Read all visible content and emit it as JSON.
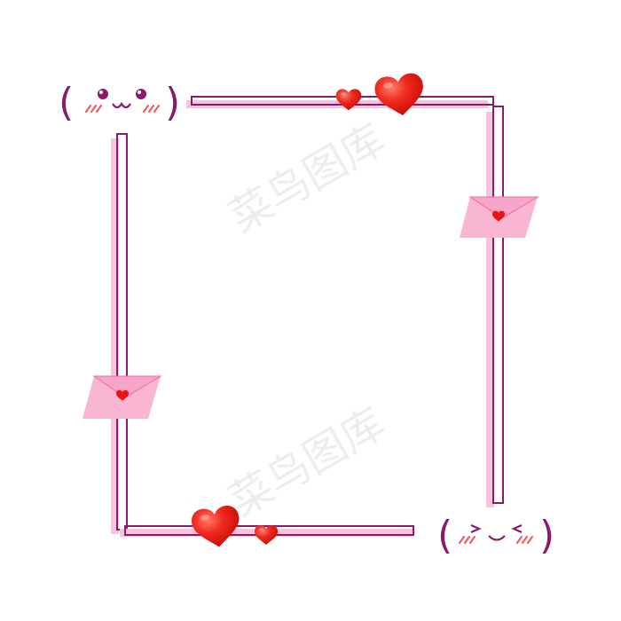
{
  "watermark": {
    "text": "菜鸟图库",
    "color": "#e8e8e8"
  },
  "kaomoji": {
    "top_left": "(•ᴗ•)",
    "bottom_right": "(>ᴗ<)"
  },
  "colors": {
    "frame_line": "#8b1a6b",
    "frame_shadow": "#f6b7d6",
    "envelope": "#f9b6d3",
    "envelope_flap": "#f7a4c8",
    "heart": "#ee1c17",
    "heart_highlight": "#ff8f82",
    "blush": "#f0535b",
    "eye": "#8b1a6b"
  },
  "decor": {
    "heart_icons": 4,
    "envelope_icons": 2
  }
}
